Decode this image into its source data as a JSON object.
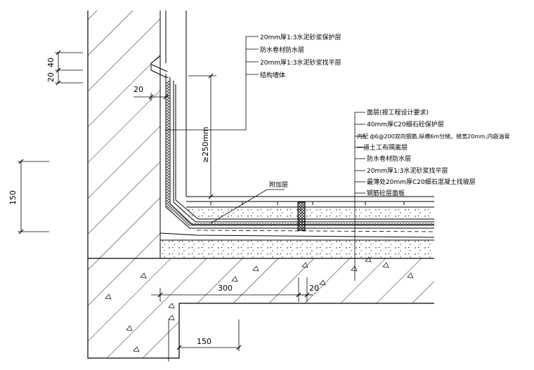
{
  "drawing": {
    "callouts_wall": [
      "20mm厚1:3水泥砂浆保护层",
      "防水卷材防水层",
      "20mm厚1:3水泥砂浆找平层",
      "结构墙体"
    ],
    "callouts_floor": [
      "面层(按工程设计要求)",
      "40mm厚C20细石砼保护层",
      "内配 ф6@200双向钢筋,纵横6m分缝。缝宽20mm,内嵌油膏",
      "一道土工布隔离层",
      "防水卷材防水层",
      "20mm厚1:3水泥砂浆找平层",
      "最薄处20mm厚C20细石混凝土找坡层",
      "钢筋砼层面板"
    ],
    "additional_layer_label": "附加层",
    "dimensions": {
      "d20_left": "20",
      "d40": "40",
      "d20_upper": "20",
      "d150_left": "150",
      "d250": "≥250mm",
      "d300": "300",
      "d20_lower": "20",
      "d150_bottom": "150"
    }
  }
}
